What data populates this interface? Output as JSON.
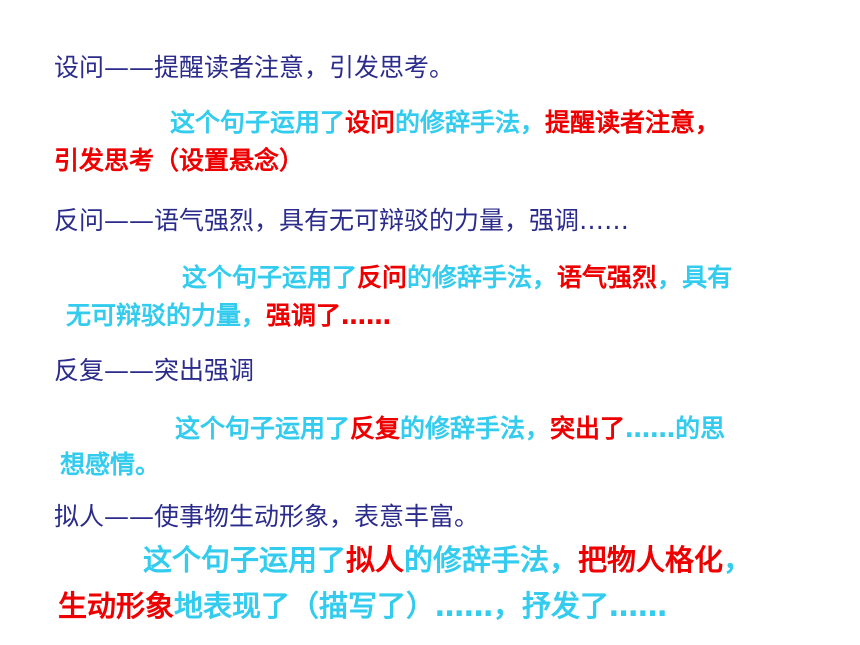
{
  "colors": {
    "definition": "#2b2b8c",
    "cyan": "#33ccee",
    "red": "#ee0000"
  },
  "sections": [
    {
      "definition": "设问——提醒读者注意，引发思考。",
      "example": {
        "l1": [
          "这个句子运用了",
          "设问",
          "的修辞手法，",
          "提醒读者注意，"
        ],
        "l2": [
          "引发思考（设置悬念）"
        ]
      }
    },
    {
      "definition": "反问——语气强烈，具有无可辩驳的力量，强调……",
      "example": {
        "l1": [
          "这个句子运用了",
          "反问",
          "的修辞手法，",
          "语气强烈",
          "，具有"
        ],
        "l2": [
          "无可辩驳的力量，",
          "强调了……"
        ]
      }
    },
    {
      "definition": "反复——突出强调",
      "example": {
        "l1": [
          "这个句子运用了",
          "反复",
          "的修辞手法，",
          "突出了",
          "……的思"
        ],
        "l2": [
          "想感情。"
        ]
      }
    },
    {
      "definition": "拟人——使事物生动形象，表意丰富。",
      "example": {
        "l1": [
          "这个句子运用了",
          "拟人",
          "的修辞手法，",
          "把物人格化",
          "，"
        ],
        "l2": [
          "生动形象",
          "地表现了（描写了）……，抒发了……"
        ]
      }
    }
  ]
}
